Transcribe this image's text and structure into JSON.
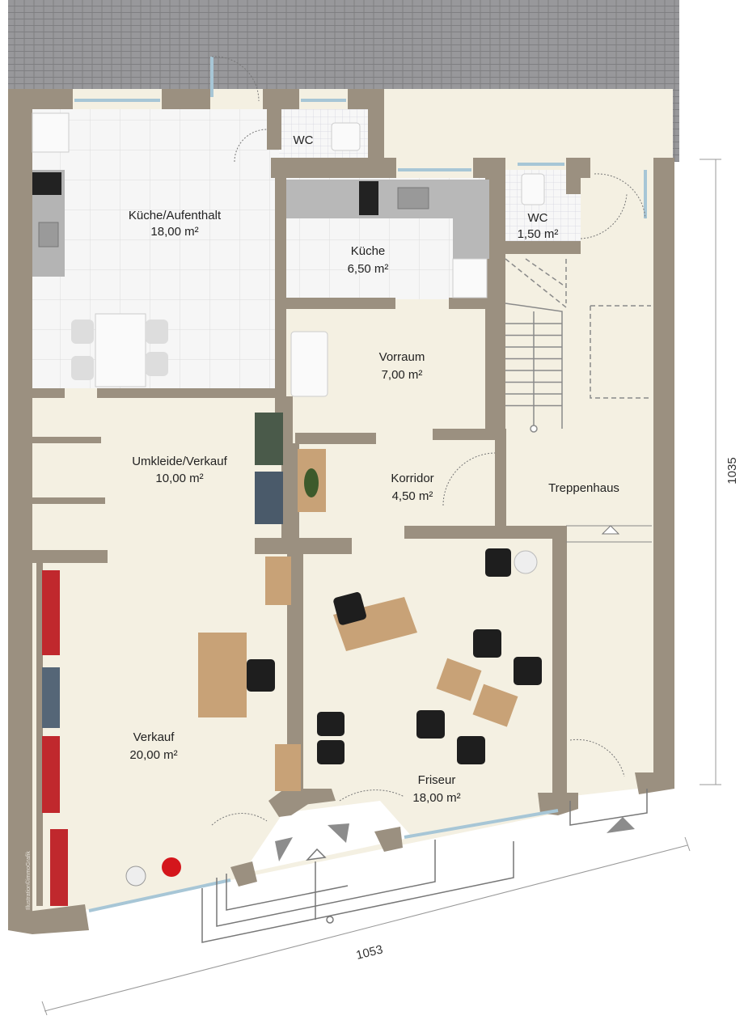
{
  "colors": {
    "wall": "#9b9080",
    "floor": "#f4f0e2",
    "tile": "#f2f2f2",
    "roof": "#8f8f92",
    "wood": "#c8a277",
    "chair": "#1e1e1e",
    "stair_line": "#8a8a8a"
  },
  "rooms": [
    {
      "name": "Küche/Aufenthalt",
      "area": "18,00 m²"
    },
    {
      "name": "WC",
      "area": ""
    },
    {
      "name": "Küche",
      "area": "6,50 m²"
    },
    {
      "name": "WC",
      "area": "1,50 m²"
    },
    {
      "name": "Vorraum",
      "area": "7,00 m²"
    },
    {
      "name": "Umkleide/Verkauf",
      "area": "10,00 m²"
    },
    {
      "name": "Korridor",
      "area": "4,50 m²"
    },
    {
      "name": "Treppenhaus",
      "area": ""
    },
    {
      "name": "Verkauf",
      "area": "20,00 m²"
    },
    {
      "name": "Friseur",
      "area": "18,00 m²"
    }
  ],
  "dimensions": {
    "height": "1035",
    "width": "1053"
  },
  "watermark": "Illustration©immoGrafik"
}
